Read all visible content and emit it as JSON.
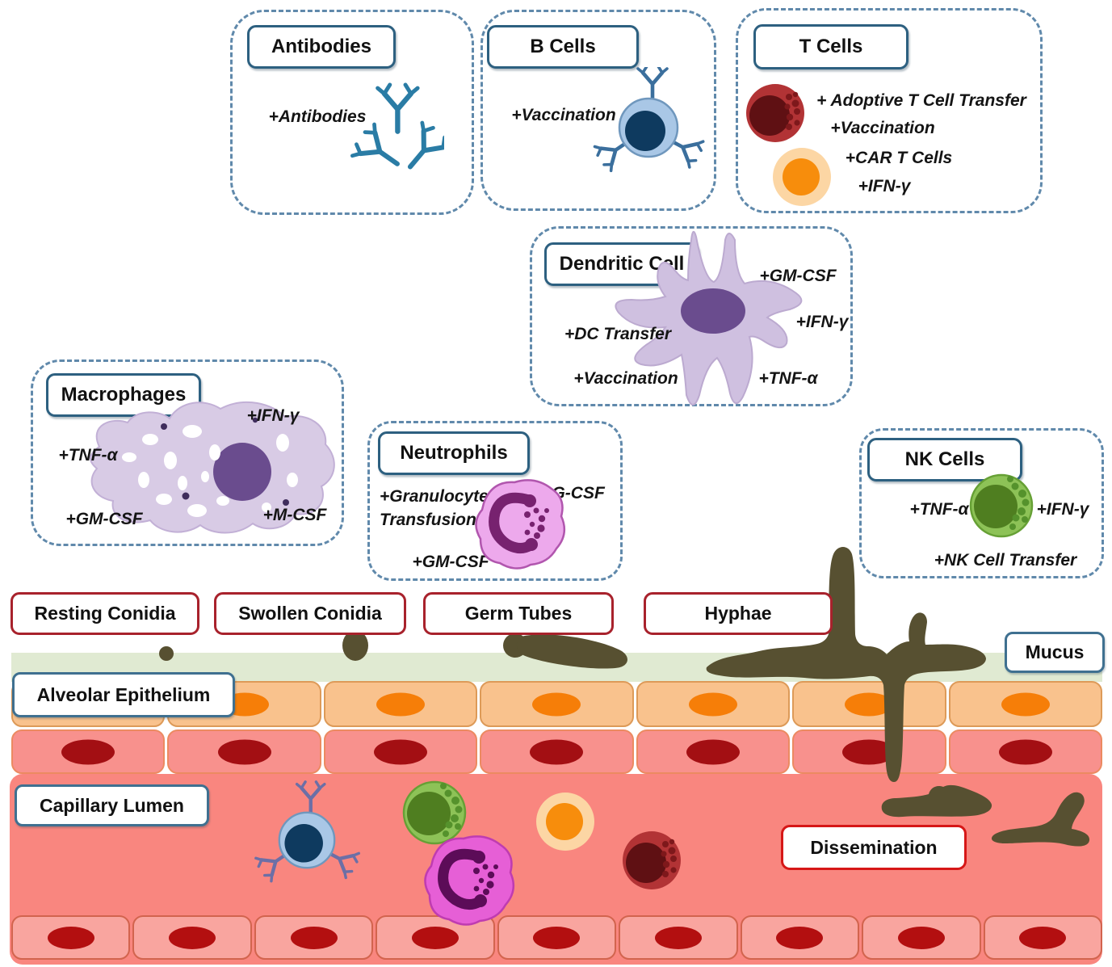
{
  "panels": {
    "antibodies": {
      "title": "Antibodies",
      "therapies": [
        "+Antibodies"
      ]
    },
    "b_cells": {
      "title": "B Cells",
      "therapies": [
        "+Vaccination"
      ]
    },
    "t_cells": {
      "title": "T Cells",
      "therapies": [
        "+ Adoptive T Cell Transfer",
        "+Vaccination",
        "+CAR T Cells",
        "+IFN-γ"
      ]
    },
    "dendritic_cell": {
      "title": "Dendritic Cell",
      "therapies": [
        "+GM-CSF",
        "+IFN-γ",
        "+TNF-α",
        "+DC Transfer",
        "+Vaccination"
      ]
    },
    "macrophages": {
      "title": "Macrophages",
      "therapies": [
        "+IFN-γ",
        "+TNF-α",
        "+GM-CSF",
        "+M-CSF"
      ]
    },
    "neutrophils": {
      "title": "Neutrophils",
      "therapies": [
        "+Granulocyte Transfusions",
        "+G-CSF",
        "+GM-CSF"
      ]
    },
    "nk_cells": {
      "title": "NK Cells",
      "therapies": [
        "+TNF-α",
        "+IFN-γ",
        "+NK Cell Transfer"
      ]
    }
  },
  "fungal_stages": [
    "Resting Conidia",
    "Swollen Conidia",
    "Germ Tubes",
    "Hyphae"
  ],
  "tissue_labels": {
    "mucus": "Mucus",
    "alveolar_epithelium": "Alveolar Epithelium",
    "capillary_lumen": "Capillary Lumen",
    "dissemination": "Dissemination"
  },
  "icons": {
    "antibody": "antibody-y-icon",
    "b_cell": "b-cell-icon",
    "t_cell_red": "cd8-t-cell-icon",
    "t_cell_orange": "cd4-t-cell-icon",
    "dendritic_cell": "dendritic-cell-icon",
    "macrophage": "macrophage-icon",
    "neutrophil": "neutrophil-icon",
    "nk_cell": "nk-cell-icon",
    "fungus": "aspergillus-hyphae-shape"
  },
  "colors": {
    "panel_dashed_border": "#6089ab",
    "title_box_border": "#2d6080",
    "stage_label_border": "#a8222c",
    "tissue_label_border": "#3f7090",
    "dissemination_border": "#d61717",
    "mucus_layer": "#e0ead2",
    "epithelium_cell": "#f9c28d",
    "epithelium_nucleus": "#f67e08",
    "subepithelium_cell": "#f8918d",
    "subepithelium_nucleus": "#a30f13",
    "capillary_lumen": "#f9867f",
    "endothelium_cell": "#f9a59f",
    "endothelium_nucleus": "#b30f10",
    "fungus": "#575031",
    "antibody_blue": "#2a7ca5",
    "b_cell_body": "#a9c7e6",
    "b_cell_nucleus": "#0e3a5f",
    "t_cell_red": "#b23335",
    "t_cell_orange": "#f78d0c",
    "dendritic_body": "#cfc0e0",
    "macrophage_body": "#d8cbe5",
    "purple_nucleus": "#6a4c8e",
    "neutrophil_body": "#eda9ec",
    "neutrophil_nucleus": "#77226f",
    "nk_body": "#8dc257",
    "nk_nucleus": "#4f7e20"
  }
}
